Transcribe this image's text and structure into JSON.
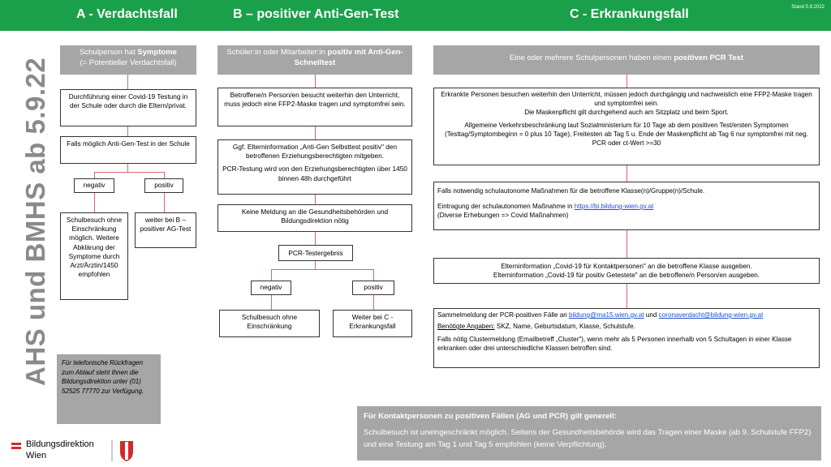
{
  "header": {
    "col_a": "A - Verdachtsfall",
    "col_b": "B – positiver Anti-Gen-Test",
    "col_c": "C - Erkrankungsfall",
    "stand": "Stand 5.9.2022"
  },
  "side_title": "AHS und BMHS ab 5.9.22",
  "col_a": {
    "top_pre": "Schulperson hat ",
    "top_bold": "Symptome",
    "top_post": "(= Potentieller Verdachtsfall)",
    "testing": "Durchführung einer Covid-19 Testung in der Schule oder durch die Eltern/privat.",
    "antigen": "Falls möglich Anti-Gen-Test in der Schule",
    "negativ_label": "negativ",
    "positiv_label": "positiv",
    "negativ_text": "Schulbesuch ohne Einschränkung möglich. Weitere Abklärung der Symptome durch Arzt/Ärztin/1450 empfohlen",
    "positiv_text": "weiter bei B – positiver AG-Test"
  },
  "col_b": {
    "top_pre": "Schüler:in oder Mitarbeiter:in ",
    "top_bold": "positiv mit Anti-Gen-Schnelltest",
    "box1": "Betroffene/n Person/en besucht weiterhin den Unterricht, muss jedoch eine FFP2-Maske tragen und symptomfrei sein.",
    "box2a": "Ggf. Elterninformation „Anti-Gen Selbsttest positiv\" den betroffenen Erziehungsberechtigten mitgeben.",
    "box2b": "PCR-Testung wird von den Erziehungsberechtigten über 1450 binnen 48h durchgeführt",
    "box3": "Keine Meldung an die Gesundheitsbehörden und Bildungsdirektion nötig",
    "pcr": "PCR-Testergebnis",
    "negativ_label": "negativ",
    "positiv_label": "positiv",
    "negativ_text": "Schulbesuch ohne Einschränkung",
    "positiv_text": "Weiter bei C - Erkrankungsfall"
  },
  "col_c": {
    "top_pre": "Eine oder mehrere Schulpersonen haben einen ",
    "top_bold": "positiven PCR Test",
    "box1_p1": "Erkrankte Personen besuchen weiterhin den Unterricht, müssen jedoch durchgängig und nachweislich eine FFP2-Maske tragen und symptomfrei sein.",
    "box1_p2": "Die Maskenpflicht gilt durchgehend auch am Sitzplatz und beim Sport.",
    "box1_p3": "Allgemeine Verkehrsbeschränkung laut Sozialministerium für 10 Tage ab dem positiven Test/ersten Symptomen (Testtag/Symptombeginn = 0 plus 10 Tage), Freitesten ab Tag 5 u. Ende der Maskenpflicht ab Tag 6 nur symptomfrei mit neg. PCR oder ct-Wert >=30",
    "box2_p1": "Falls notwendig schulautonome Maßnahmen für die betroffene Klasse(n)/Gruppe(n)/Schule.",
    "box2_p2_pre": "Eintragung der schulautonomen Maßnahme in ",
    "box2_link": "https://bi.bildung-wien.gv.at",
    "box2_p3": "(Diverse Erhebungen => Covid Maßnahmen)",
    "box3_p1": "Elterninformation „Covid-19 für Kontaktpersonen\" an die betroffene Klasse ausgeben.",
    "box3_p2": "Elterninformation „Covid-19 für positiv Getestete\" an die betroffene/n Person/en ausgeben.",
    "box4_pre": "Sammelmeldung der PCR-positiven Fälle an ",
    "box4_mail1": "bildung@ma15.wien.gv.at",
    "box4_und": " und ",
    "box4_mail2": "coronaverdacht@bildung-wien.gv.at",
    "box4_label": "Benötigte Angaben:",
    "box4_fields": " SKZ, Name, Geburtsdatum, Klasse, Schulstufe.",
    "box4_p3": "Falls nötig Clustermeldung (Emailbetreff „Cluster\"), wenn mehr als 5 Personen innerhalb von 5 Schultagen in einer Klasse erkranken oder drei unterschiedliche Klassen betroffen sind."
  },
  "info": "Für telefonische Rückfragen zum Ablauf steht Ihnen die Bildungsdirektion unter (01) 52525 77770 zur Verfügung.",
  "kontakt": {
    "title": "Für Kontaktpersonen zu positiven Fällen (AG und PCR) gilt generell:",
    "text": "Schulbesuch ist uneingeschränkt möglich. Seitens der Gesundheitsbehörde wird das Tragen einer Maske (ab 9. Schulstufe FFP2) und eine Testung am Tag 1 und Tag 5 empfohlen (keine Verpflichtung)."
  },
  "logo": {
    "line1": "Bildungsdirektion",
    "line2": "Wien"
  },
  "colors": {
    "header_green": "#1aa04a",
    "gray_box": "#a6a6a6",
    "connector": "#e06070",
    "link": "#1f4fcc"
  }
}
